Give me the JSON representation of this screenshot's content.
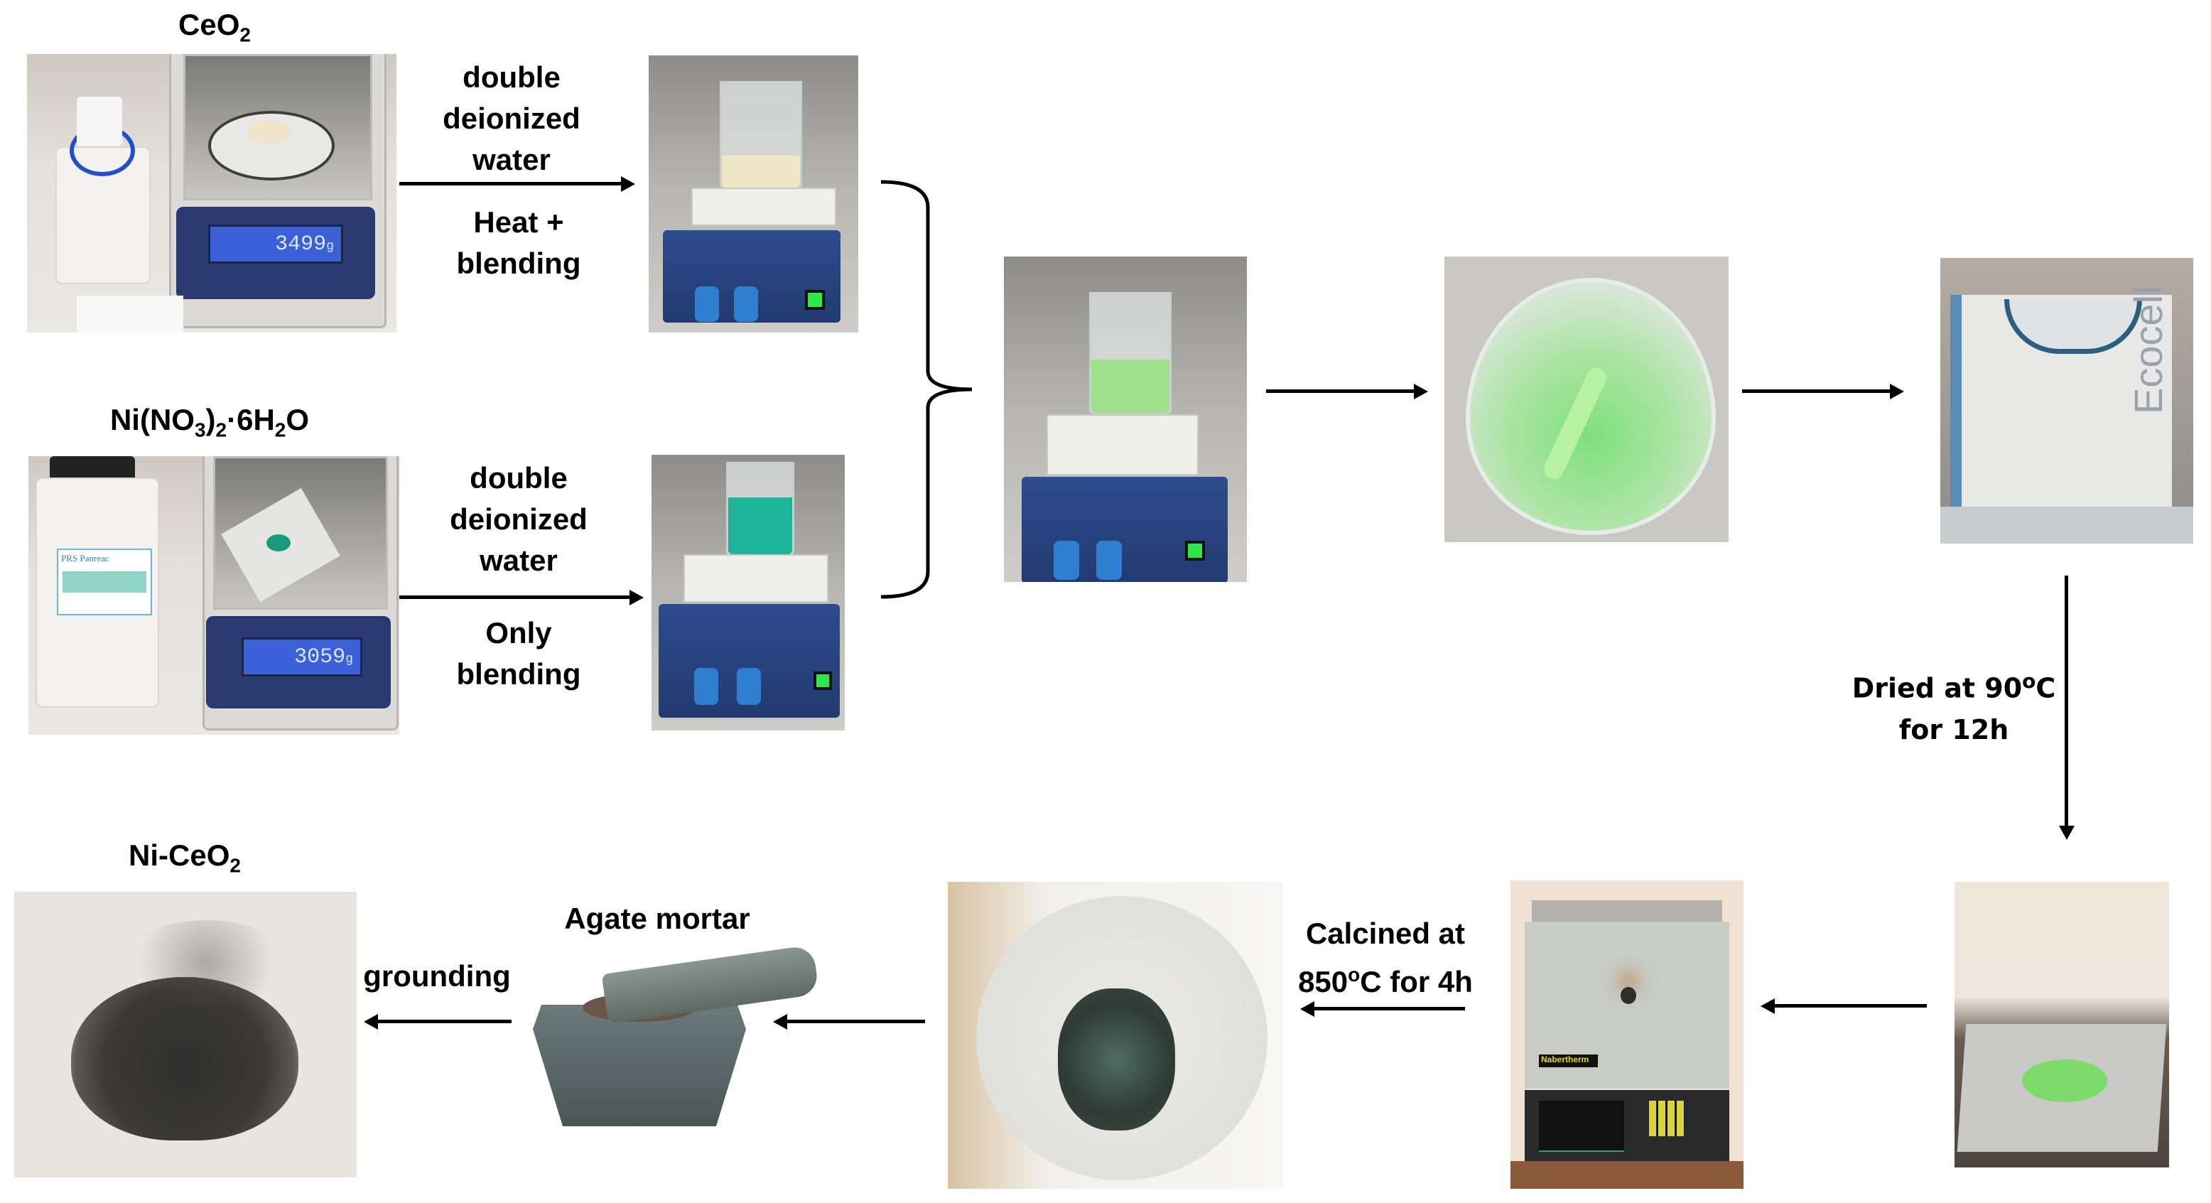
{
  "figure": {
    "type": "synthesis-flow-diagram",
    "background": "#ffffff"
  },
  "reagents": {
    "ceo2": {
      "label": "CeO",
      "sub": "2",
      "balance_reading": "3499",
      "balance_unit": "g"
    },
    "nickel_nitrate": {
      "label_parts": [
        "Ni(NO",
        "3",
        ")",
        "2",
        "·6H",
        "2",
        "O"
      ],
      "balance_reading": "3059",
      "balance_unit": "g",
      "bottle_brand": "PRS Panreac"
    }
  },
  "steps": {
    "ceo2_path": {
      "line1": "double",
      "line2": "deionized",
      "line3": "water",
      "condition1": "Heat +",
      "condition2": "blending"
    },
    "ni_path": {
      "line1": "double",
      "line2": "deionized",
      "line3": "water",
      "condition1": "Only",
      "condition2": "blending"
    },
    "drying": {
      "line1": "Dried at 90",
      "sup": "o",
      "line1_end": "C",
      "line2": "for 12h"
    },
    "calcination": {
      "line1": "Calcined at",
      "line2_start": "850",
      "sup": "o",
      "line2_end": "C for 4h"
    },
    "mortar": {
      "label": "Agate mortar"
    },
    "grinding": {
      "label": "grounding"
    }
  },
  "product": {
    "label": "Ni-CeO",
    "sub": "2"
  },
  "photos": [
    {
      "id": "ceo2-weighing",
      "desc": "CeO2 on analytical balance"
    },
    {
      "id": "ceo2-hotplate",
      "desc": "CeO2 suspension on hot plate stirrer"
    },
    {
      "id": "ni-weighing",
      "desc": "Ni nitrate on analytical balance"
    },
    {
      "id": "ni-hotplate",
      "desc": "Ni nitrate solution (teal) on stirrer"
    },
    {
      "id": "mixed-hotplate",
      "desc": "Mixed light green suspension on stirrer"
    },
    {
      "id": "green-beaker-top",
      "desc": "Top view of green beaker with stir bar"
    },
    {
      "id": "ecocell-oven",
      "desc": "Ecocell drying oven",
      "brand_text": "Ecocell"
    },
    {
      "id": "dried-green",
      "desc": "Dried green solid"
    },
    {
      "id": "muffle-furnace",
      "desc": "Nabertherm furnace",
      "brand_text": "Nabertherm"
    },
    {
      "id": "calcined-bowl",
      "desc": "Calcined dark solid in porcelain dish"
    },
    {
      "id": "agate-mortar",
      "desc": "Agate mortar and pestle"
    },
    {
      "id": "ni-ceo2-powder",
      "desc": "Final Ni-CeO2 powder"
    }
  ],
  "colors": {
    "arrow": "#000000",
    "text": "#000000",
    "green_suspension": "#9fe08a",
    "teal_solution": "#1fb59a",
    "balance_lcd": "#3b5fd6",
    "hotplate_blue": "#2d4c8f"
  }
}
